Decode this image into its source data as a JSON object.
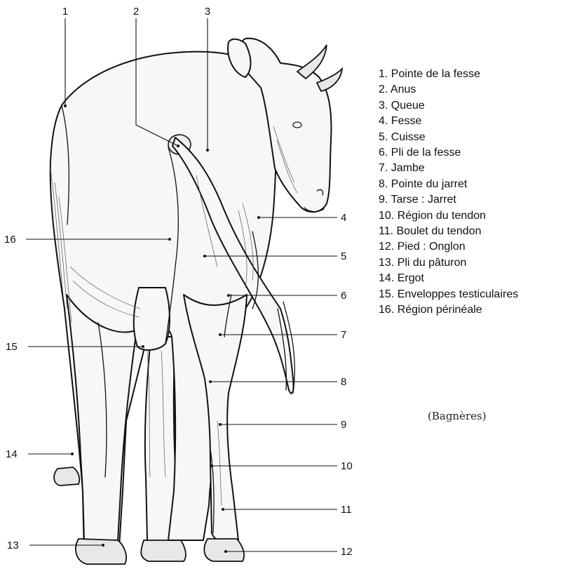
{
  "legend": [
    "1. Pointe de la fesse",
    "2. Anus",
    "3. Queue",
    "4. Fesse",
    "5. Cuisse",
    "6. Pli de la fesse",
    "7. Jambe",
    "8. Pointe du jarret",
    "9. Tarse : Jarret",
    "10. Région du tendon",
    "11. Boulet du tendon",
    "12. Pied : Onglon",
    "13. Pli du pâturon",
    "14. Ergot",
    "15. Enveloppes testiculaires",
    "16. Région périnéale"
  ],
  "callouts": [
    "1",
    "2",
    "3",
    "4",
    "5",
    "6",
    "7",
    "8",
    "9",
    "10",
    "11",
    "12",
    "13",
    "14",
    "15",
    "16"
  ],
  "credit": "(Bagnères)"
}
